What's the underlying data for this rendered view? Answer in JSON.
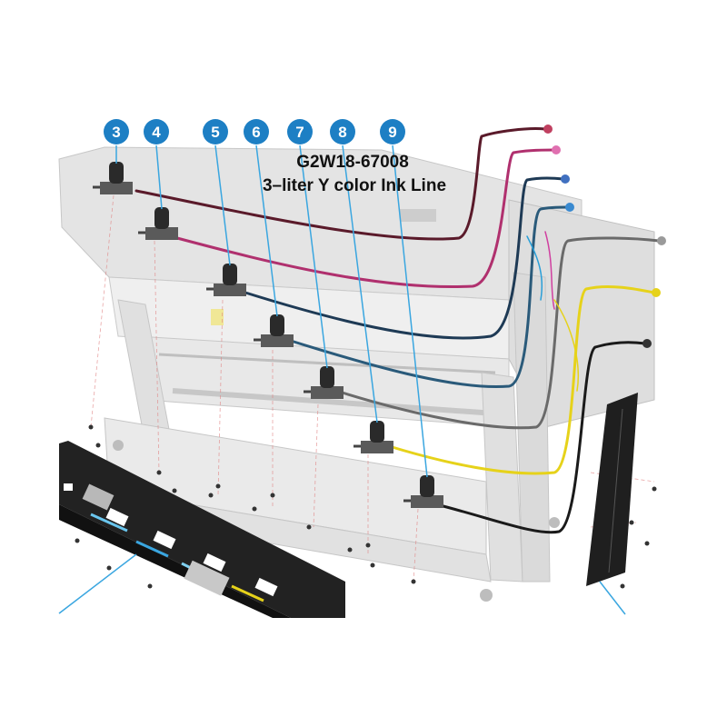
{
  "diagram": {
    "part_number": "G2W18-67008",
    "part_description": "3–liter Y color Ink Line",
    "callouts": [
      {
        "number": "3"
      },
      {
        "number": "4"
      },
      {
        "number": "5"
      },
      {
        "number": "6"
      },
      {
        "number": "7"
      },
      {
        "number": "8"
      },
      {
        "number": "9"
      }
    ],
    "colors": {
      "callout_badge": "#1d7fc4",
      "leader_line": "#3aa6e0",
      "printer_body": "#d9d9d9",
      "ink_line_yellow": "#e6d21a",
      "ink_line_magenta": "#b0306e",
      "ink_line_cyan": "#2a7fb8",
      "ink_line_black": "#1a1a1a",
      "panel_dark": "#222222"
    }
  }
}
